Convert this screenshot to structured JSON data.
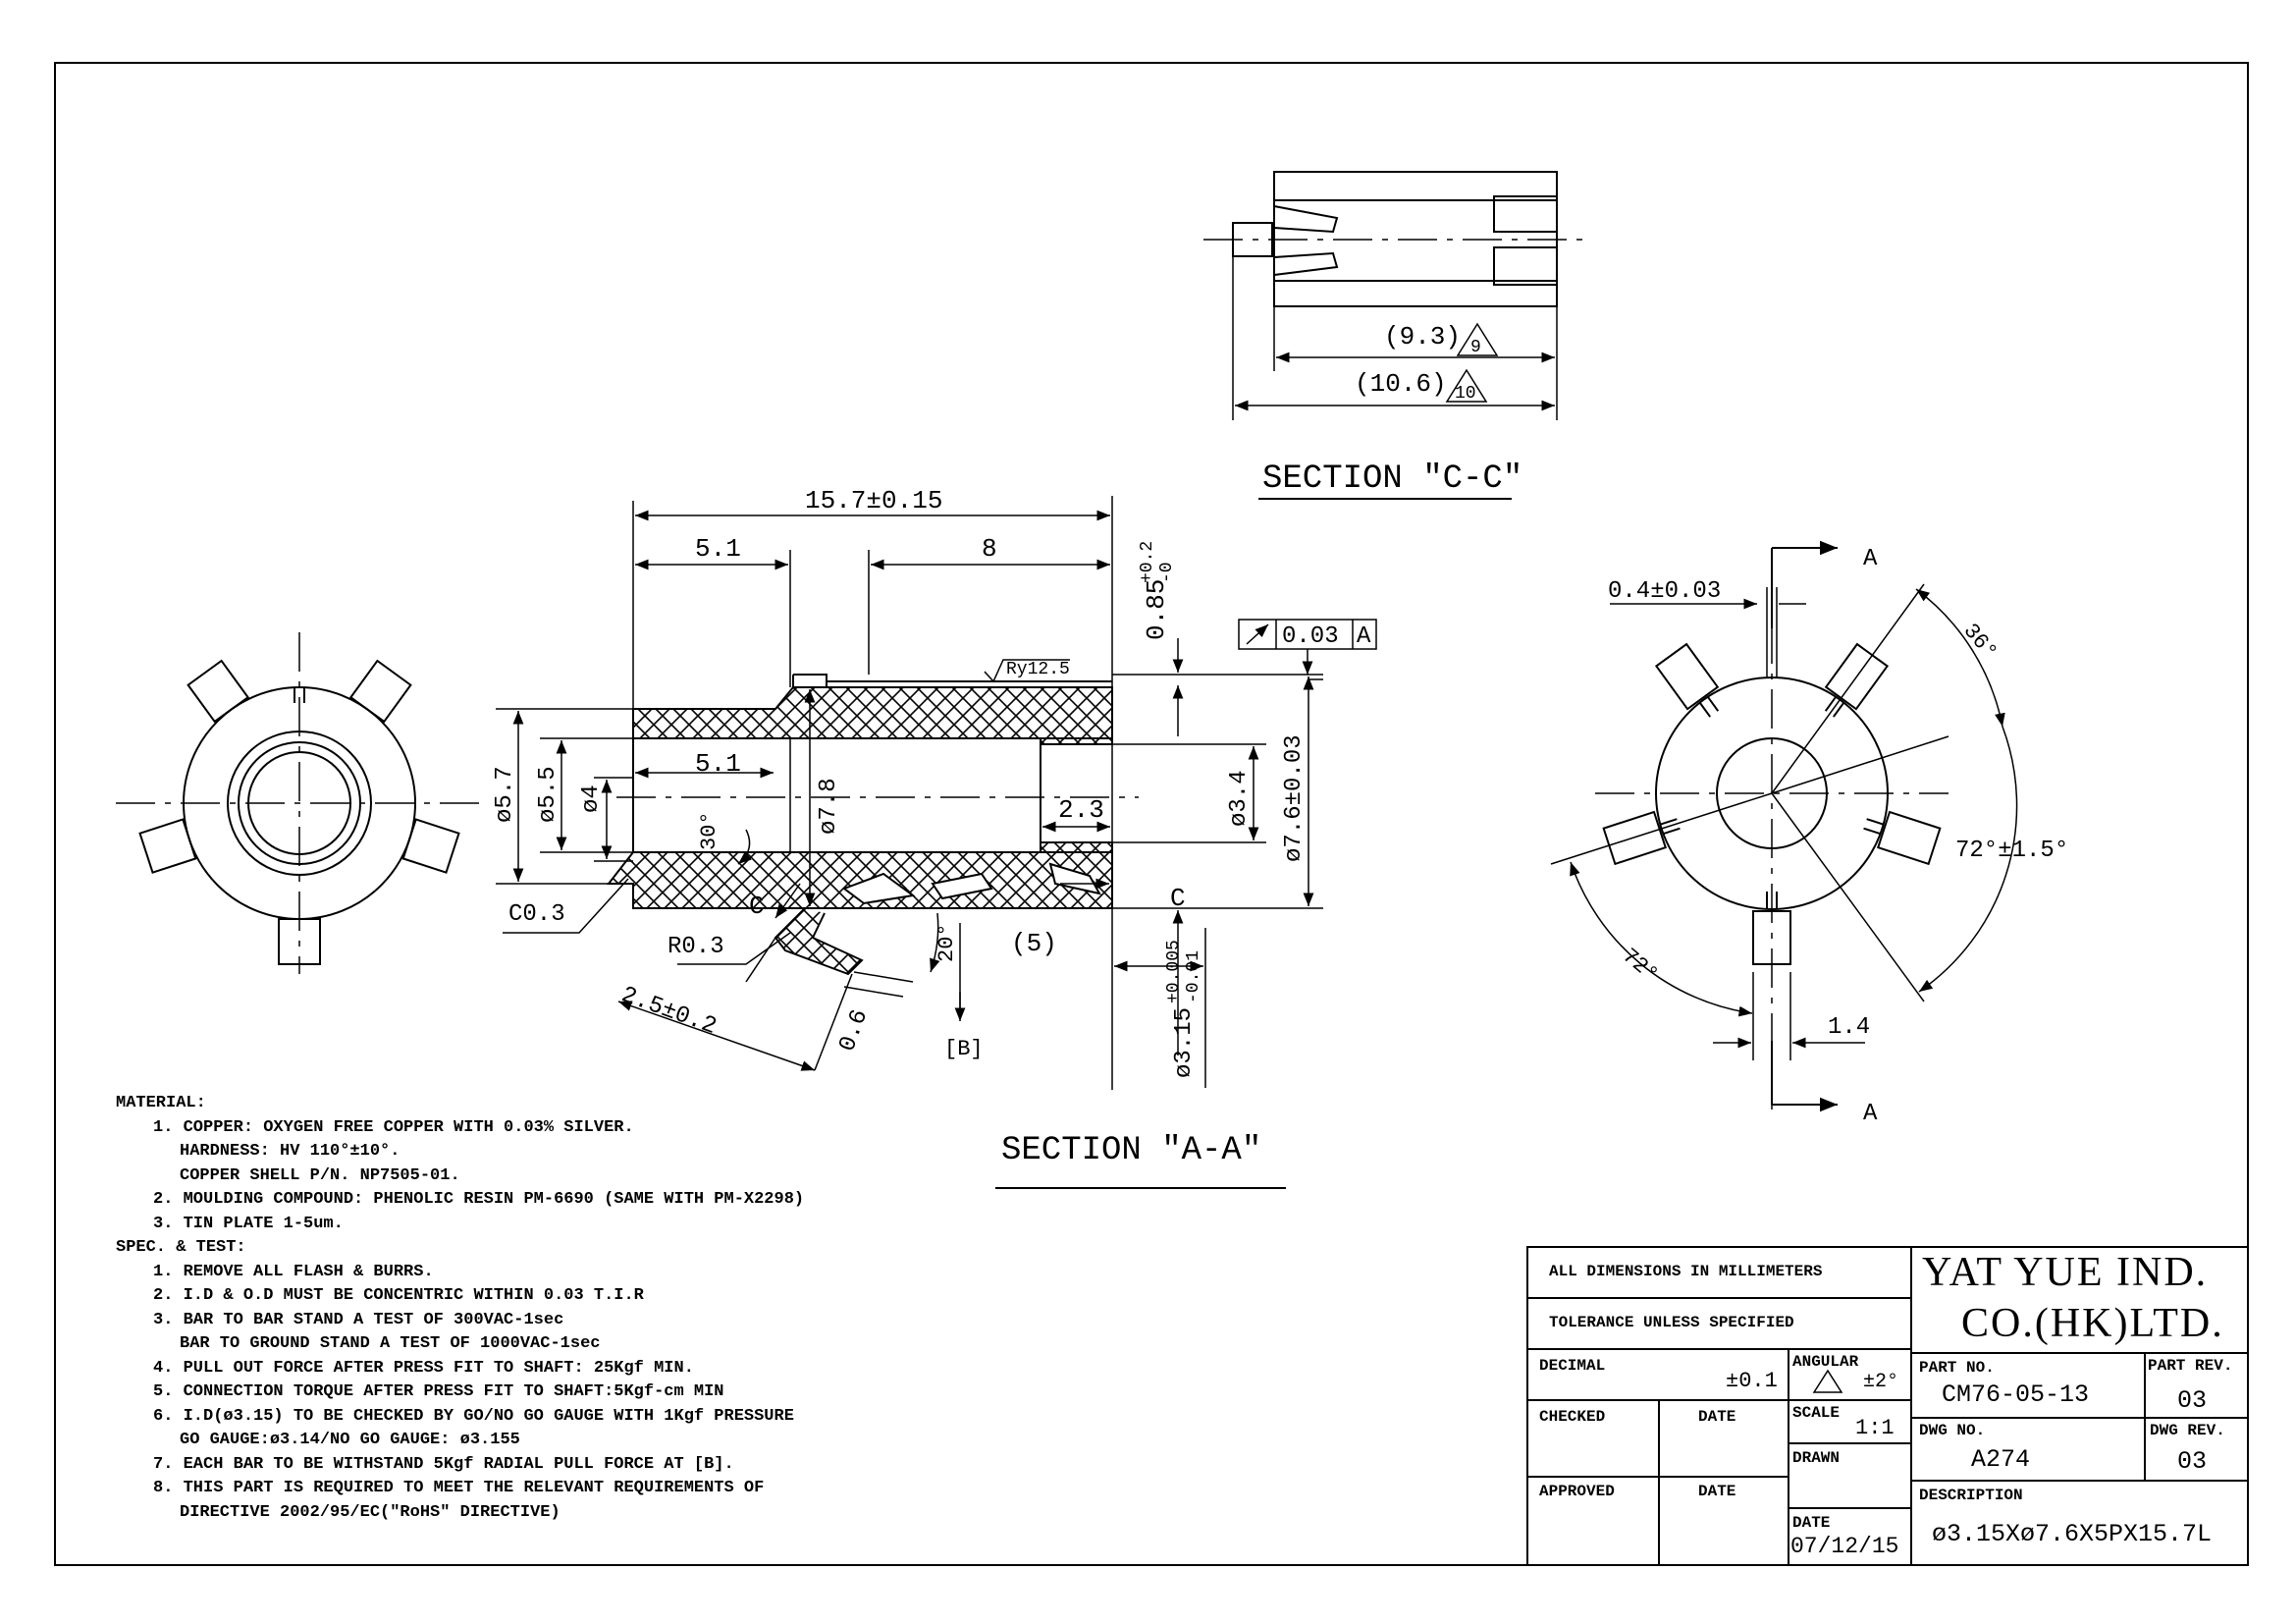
{
  "views": {
    "section_cc": {
      "title": "SECTION \"C-C\"",
      "dim1": "(9.3)",
      "dim1_tag": "9",
      "dim2": "(10.6)",
      "dim2_tag": "10"
    },
    "section_aa": {
      "title": "SECTION \"A-A\"",
      "dim_overall": "15.7±0.15",
      "dim_51_top": "5.1",
      "dim_8": "8",
      "dim_085": "0.85",
      "dim_085_tol_up": "+0.2",
      "dim_085_tol_dn": "-0",
      "roughness": "Ry12.5",
      "fcf_tol": "0.03",
      "fcf_datum": "A",
      "dim_51_bore": "5.1",
      "dia_57": "ø5.7",
      "dia_55": "ø5.5",
      "dia_4": "ø4",
      "angle_30": "30°",
      "dia_78": "ø7.8",
      "dim_23": "2.3",
      "dia_34": "ø3.4",
      "dia_76": "ø7.6±0.03",
      "c03": "C0.3",
      "r03": "R0.3",
      "cut_c_left": "C",
      "cut_c_right": "C",
      "angle_20": "20°",
      "dim_5": "(5)",
      "dim_25": "2.5±0.2",
      "dim_06": "0.6",
      "datum_b": "[B]",
      "dia_315": "ø3.15",
      "dia_315_tol_up": "+0.005",
      "dia_315_tol_dn": "-0.01"
    },
    "end_view": {
      "dim_slot": "0.4±0.03",
      "cut_a_top": "A",
      "cut_a_bottom": "A",
      "angle_36": "36°",
      "angle_72_right": "72°±1.5°",
      "angle_72_left": "72°",
      "dim_14": "1.4"
    }
  },
  "notes": {
    "material_heading": "MATERIAL:",
    "material": [
      "1. COPPER: OXYGEN FREE COPPER WITH 0.03% SILVER.",
      "HARDNESS: HV 110°±10°.",
      "COPPER SHELL P/N. NP7505-01.",
      "2. MOULDING COMPOUND: PHENOLIC RESIN PM-6690 (SAME WITH PM-X2298)",
      "3. TIN PLATE 1-5um."
    ],
    "spec_heading": "SPEC. & TEST:",
    "spec": [
      "1. REMOVE ALL FLASH & BURRS.",
      "2. I.D & O.D MUST BE CONCENTRIC WITHIN 0.03 T.I.R",
      "3. BAR TO BAR STAND A TEST OF 300VAC-1sec",
      "BAR TO GROUND STAND A TEST OF 1000VAC-1sec",
      "4. PULL OUT FORCE AFTER PRESS FIT TO SHAFT: 25Kgf MIN.",
      "5. CONNECTION TORQUE AFTER PRESS FIT TO SHAFT:5Kgf-cm MIN",
      "6. I.D(ø3.15) TO BE CHECKED BY GO/NO GO GAUGE WITH 1Kgf PRESSURE",
      "GO GAUGE:ø3.14/NO GO GAUGE: ø3.155",
      "7. EACH BAR TO BE WITHSTAND 5Kgf RADIAL PULL FORCE AT [B].",
      "8. THIS PART IS REQUIRED TO MEET THE RELEVANT REQUIREMENTS OF",
      "DIRECTIVE 2002/95/EC(\"RoHS\" DIRECTIVE)"
    ]
  },
  "title_block": {
    "units": "ALL DIMENSIONS IN MILLIMETERS",
    "tolerance": "TOLERANCE UNLESS SPECIFIED",
    "decimal_label": "DECIMAL",
    "decimal_value": "±0.1",
    "angular_label": "ANGULAR",
    "angular_value": "±2°",
    "checked_label": "CHECKED",
    "date_label": "DATE",
    "scale_label": "SCALE",
    "scale_value": "1:1",
    "drawn_label": "DRAWN",
    "approved_label": "APPROVED",
    "date_label2": "DATE",
    "date_label3": "DATE",
    "date_value": "07/12/15",
    "company_line1": "YAT YUE IND.",
    "company_line2": "CO.(HK)LTD.",
    "part_no_label": "PART NO.",
    "part_no": "CM76-05-13",
    "part_rev_label": "PART REV.",
    "part_rev": "03",
    "dwg_no_label": "DWG NO.",
    "dwg_no": "A274",
    "dwg_rev_label": "DWG REV.",
    "dwg_rev": "03",
    "description_label": "DESCRIPTION",
    "description": "ø3.15Xø7.6X5PX15.7L"
  }
}
